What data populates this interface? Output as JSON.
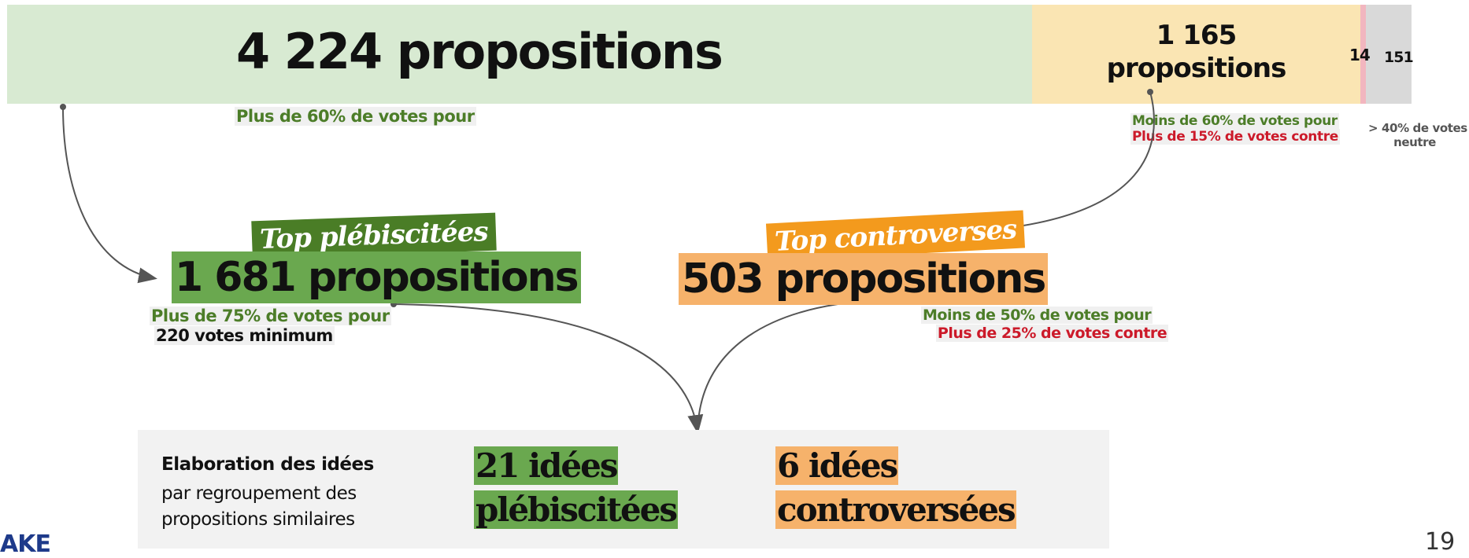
{
  "distribution_bar": {
    "pour_label": "4 224 propositions",
    "contre_label_line1": "1 165",
    "contre_label_line2": "propositions",
    "small_value_1": "14",
    "small_value_2": "151",
    "colors": {
      "pour": "#d8ead2",
      "contre": "#fae5b3",
      "pink": "#f2b6bf",
      "neutre": "#d9d9d9"
    }
  },
  "criteria": {
    "pour": "Plus de 60% de votes pour",
    "contre_line1": "Moins de 60% de votes pour",
    "contre_line2": "Plus de 15% de votes contre",
    "neutre_line1": "> 40% de votes",
    "neutre_line2": "neutre"
  },
  "categories": {
    "plebiscitees": {
      "tag": "Top plébiscitées",
      "count": "1 681 propositions",
      "rule_line1": "Plus de 75% de votes pour",
      "rule_line2": "220 votes minimum",
      "color": "#6aa84f"
    },
    "controverses": {
      "tag": "Top controverses",
      "count": "503 propositions",
      "rule_line1": "Moins de 50% de votes pour",
      "rule_line2": "Plus de 25% de votes contre",
      "color": "#f6b26b"
    }
  },
  "elaboration": {
    "title": "Elaboration des idées",
    "subtitle": "par regroupement des propositions similaires",
    "ideas_pleb_line1": "21 idées",
    "ideas_pleb_line2": "plébiscitées",
    "ideas_contro_line1": "6 idées",
    "ideas_contro_line2": "controversées"
  },
  "footer": {
    "logo_text": "AKE",
    "page_number": "19"
  },
  "colors": {
    "green_text": "#4c7d28",
    "red_text": "#cc1a2a",
    "tag_green": "#4a7d26",
    "tag_orange": "#f39a1d"
  }
}
